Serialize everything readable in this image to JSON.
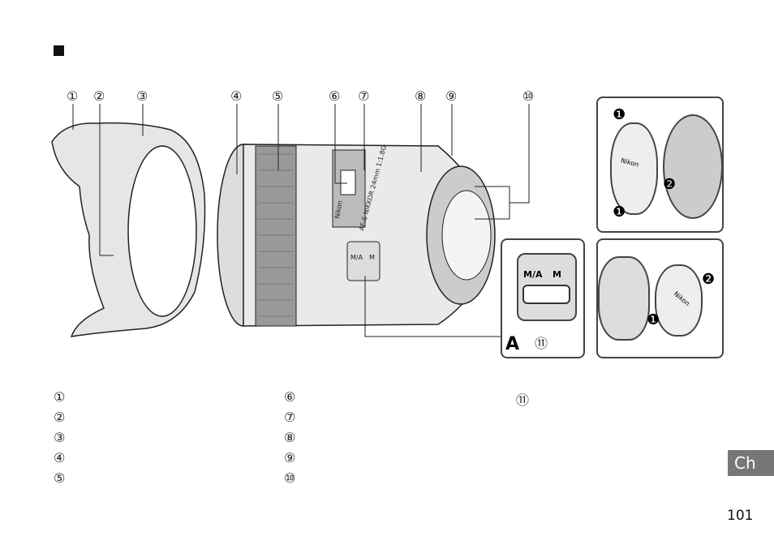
{
  "callouts": [
    "①",
    "②",
    "③",
    "④",
    "⑤",
    "⑥",
    "⑦",
    "⑧",
    "⑨",
    "⑩",
    "⑪"
  ],
  "lens": {
    "brand": "Nikon",
    "name": "AF-S NIKKOR 24mm 1:1.8G"
  },
  "switch": {
    "label_a": "M/A",
    "label_b": "M",
    "detail_label": "A"
  },
  "caps": {
    "brand": "Nikon",
    "step1": "❶",
    "step2": "❷"
  },
  "legend": {
    "col1": [
      "①",
      "②",
      "③",
      "④",
      "⑤"
    ],
    "col2": [
      "⑥",
      "⑦",
      "⑧",
      "⑨",
      "⑩"
    ],
    "col3": [
      "⑪"
    ]
  },
  "side_tab": "Ch",
  "page_number": "101"
}
